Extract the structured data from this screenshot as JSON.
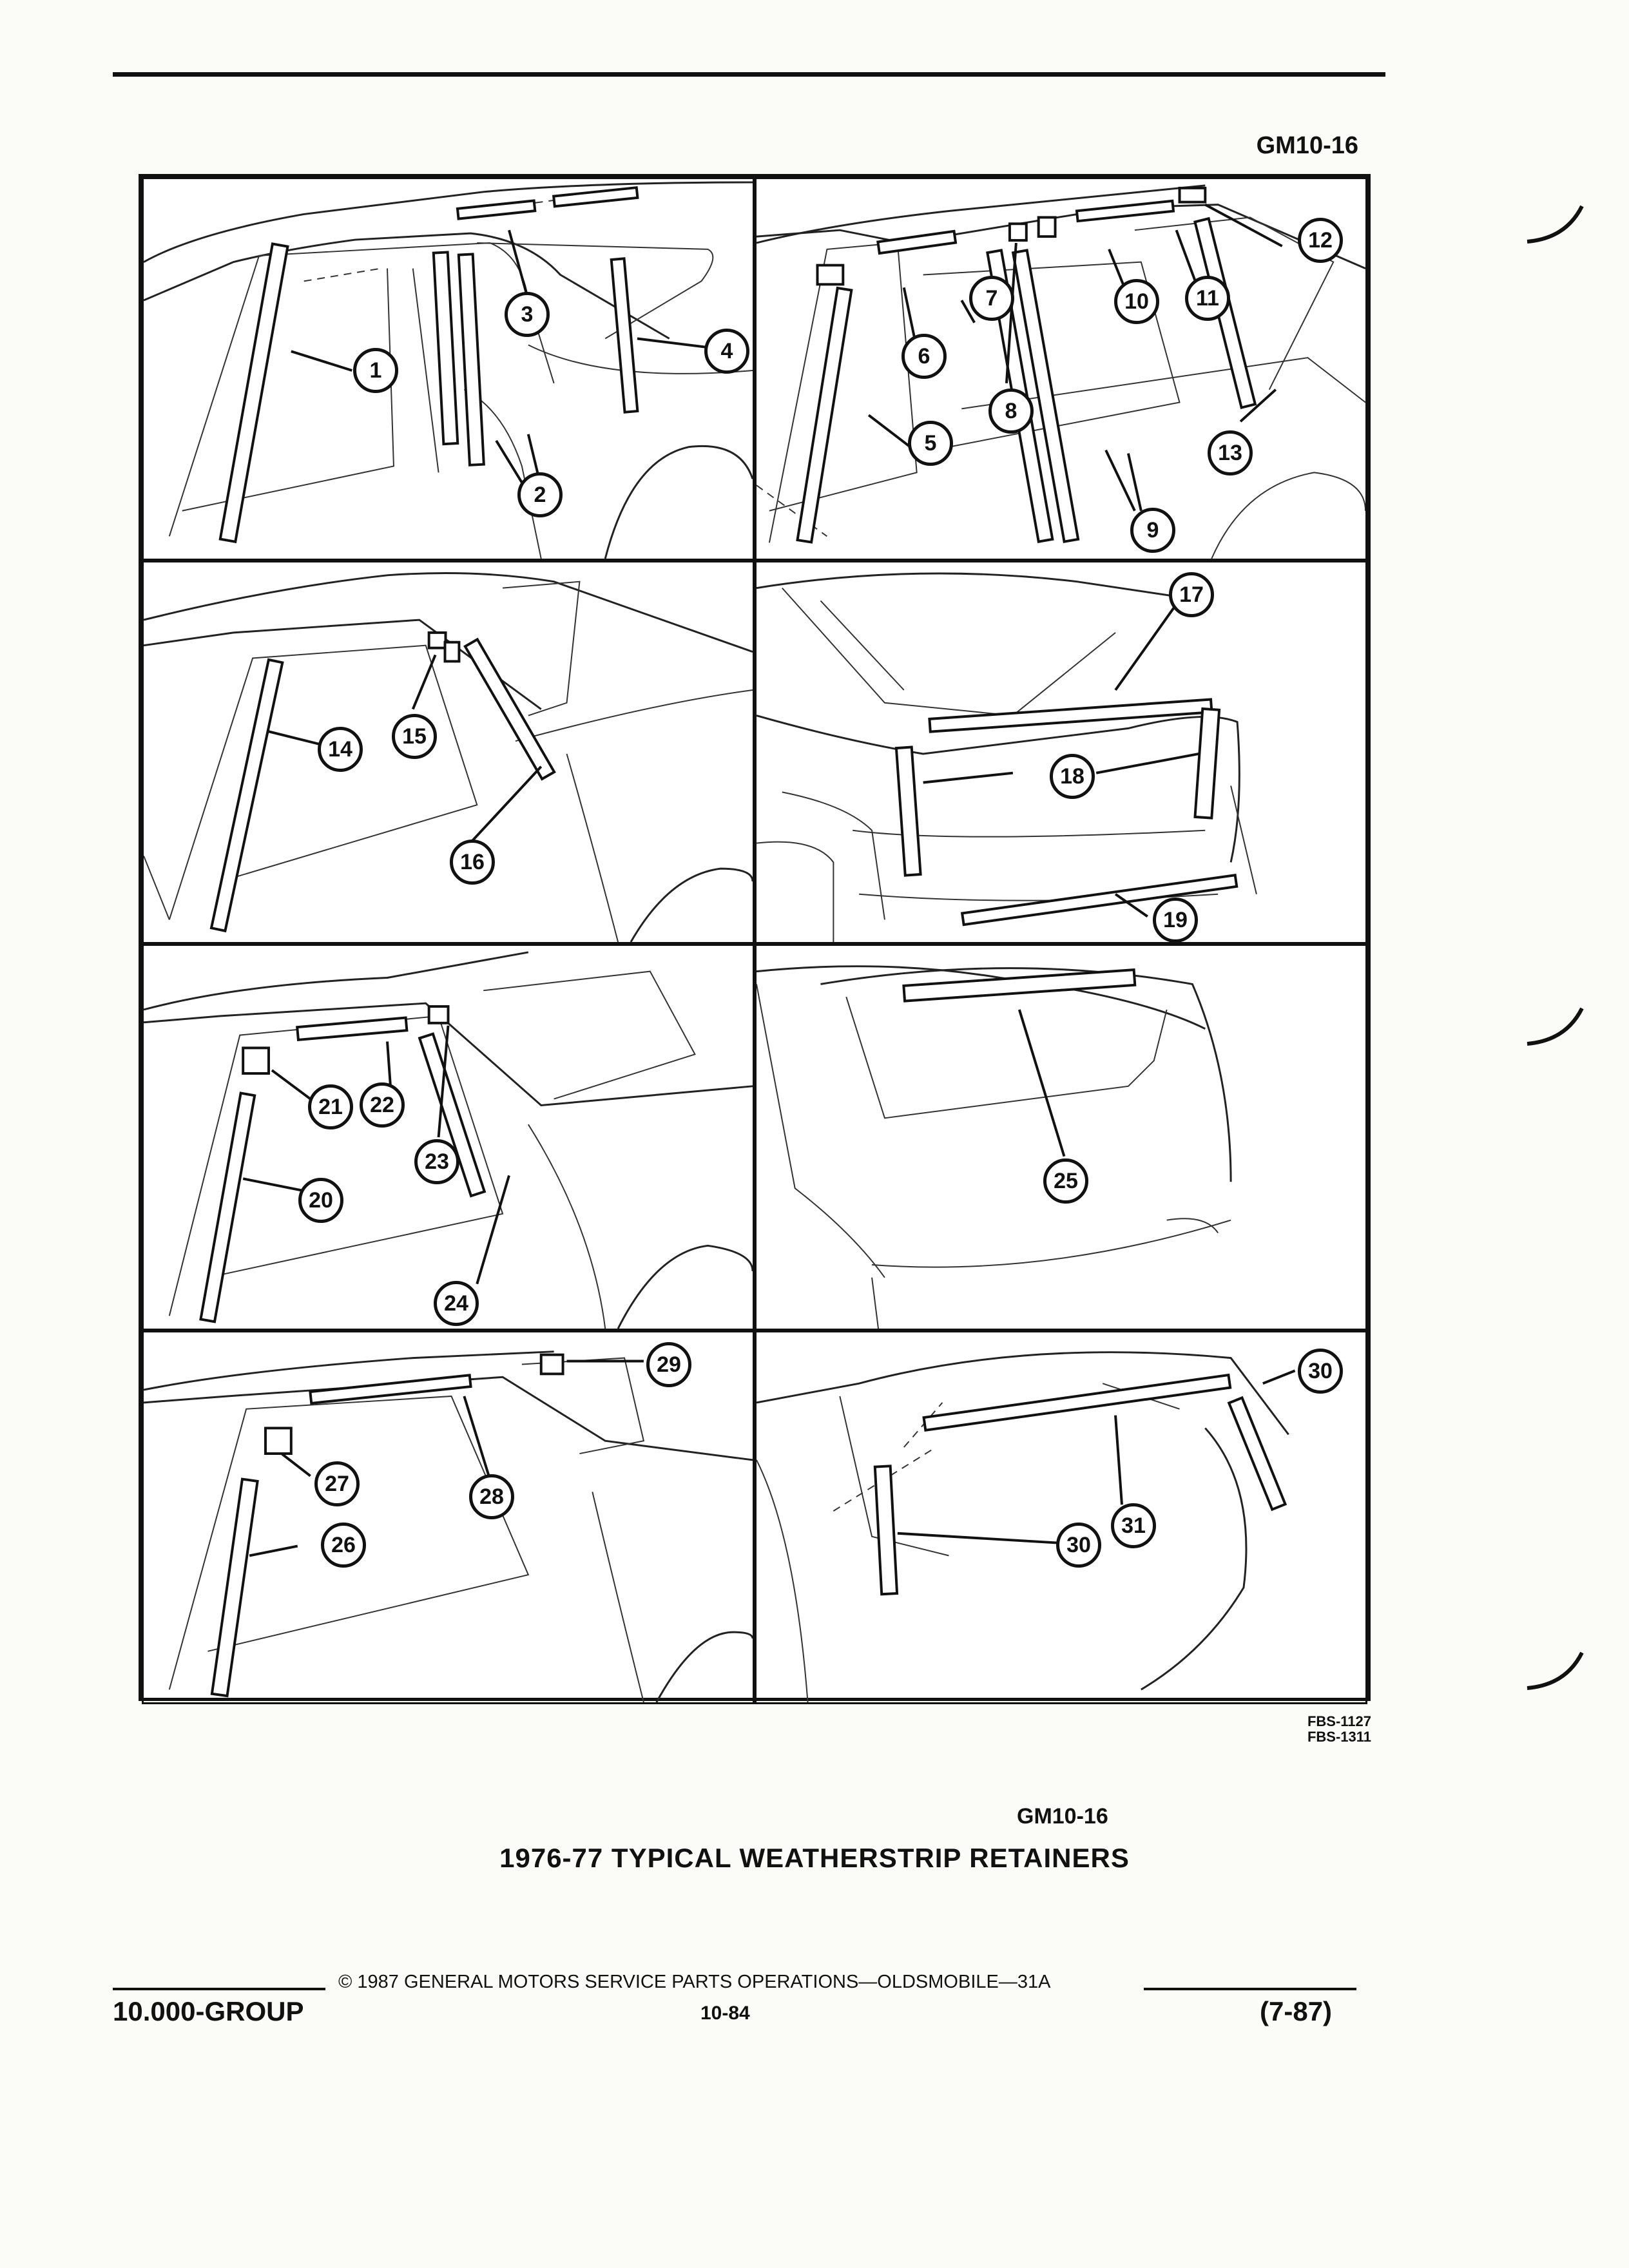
{
  "header": {
    "figure_code": "GM10-16"
  },
  "callouts": {
    "c1": "1",
    "c2": "2",
    "c3": "3",
    "c4": "4",
    "c5": "5",
    "c6": "6",
    "c7": "7",
    "c8": "8",
    "c9": "9",
    "c10": "10",
    "c11": "11",
    "c12": "12",
    "c13": "13",
    "c14": "14",
    "c15": "15",
    "c16": "16",
    "c17": "17",
    "c18": "18",
    "c19": "19",
    "c20": "20",
    "c21": "21",
    "c22": "22",
    "c23": "23",
    "c24": "24",
    "c25": "25",
    "c26": "26",
    "c27": "27",
    "c28": "28",
    "c29": "29",
    "c30": "30",
    "c31": "31"
  },
  "figure_ids": [
    "FBS-1127",
    "FBS-1311"
  ],
  "figure_code_bottom": "GM10-16",
  "caption": "1976-77 TYPICAL WEATHERSTRIP RETAINERS",
  "footer": {
    "copyright": "© 1987 GENERAL MOTORS SERVICE PARTS OPERATIONS—OLDSMOBILE—31A",
    "group": "10.000-GROUP",
    "page": "10-84",
    "revision": "(7-87)"
  }
}
